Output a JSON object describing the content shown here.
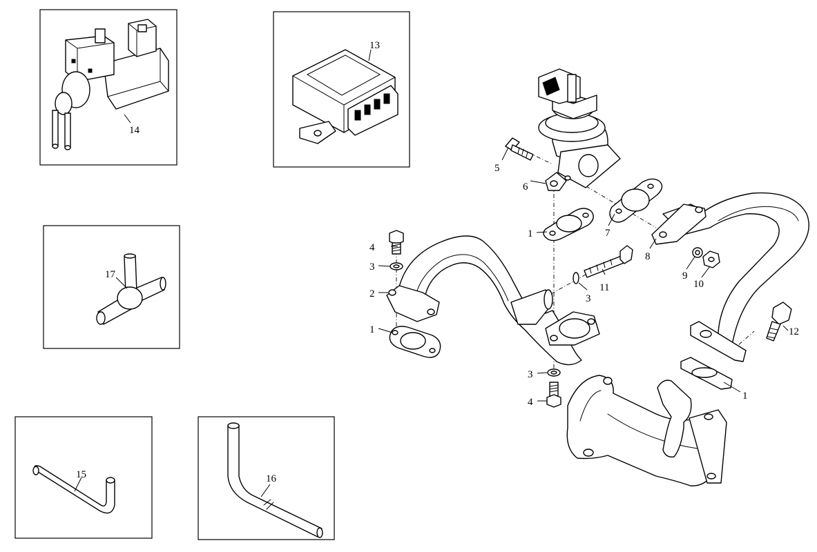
{
  "callouts": {
    "egr_gasket_upper": "1",
    "egr_gasket_left": "1",
    "egr_gasket_lower_right": "1",
    "flange_2": "2",
    "washer_left": "3",
    "washer_right": "3",
    "washer_bottom": "3",
    "bolt_left": "4",
    "bolt_bottom": "4",
    "bolt_valve": "5",
    "valve_flange": "6",
    "gasket_7": "7",
    "flange_8": "8",
    "washer_9": "9",
    "nut_10": "10",
    "bolt_11": "11",
    "bolt_12": "12",
    "control_unit": "13",
    "solenoid_valve": "14",
    "hose_15": "15",
    "hose_16": "16",
    "tee_connector": "17"
  }
}
